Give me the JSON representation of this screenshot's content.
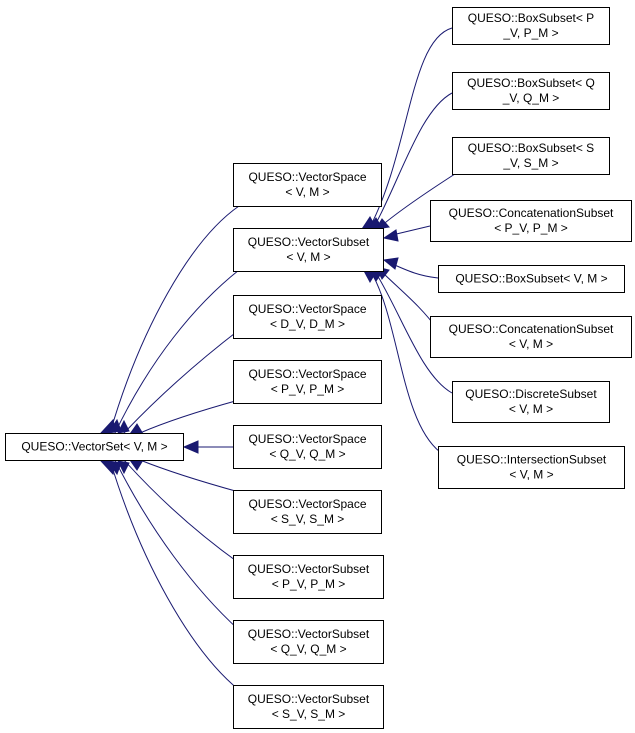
{
  "colors": {
    "edge": "#191970",
    "node_border": "#000000",
    "node_fill": "#ffffff"
  },
  "nodes": {
    "vectorset": {
      "lines": [
        "QUESO::VectorSet< V, M >"
      ]
    },
    "vs_v_m": {
      "lines": [
        "QUESO::VectorSpace",
        "< V, M >"
      ]
    },
    "vsub_v_m": {
      "lines": [
        "QUESO::VectorSubset",
        "< V, M >"
      ]
    },
    "vs_d": {
      "lines": [
        "QUESO::VectorSpace",
        "< D_V, D_M >"
      ]
    },
    "vs_p": {
      "lines": [
        "QUESO::VectorSpace",
        "< P_V, P_M >"
      ]
    },
    "vs_q": {
      "lines": [
        "QUESO::VectorSpace",
        "< Q_V, Q_M >"
      ]
    },
    "vs_s": {
      "lines": [
        "QUESO::VectorSpace",
        "< S_V, S_M >"
      ]
    },
    "vsub_p": {
      "lines": [
        "QUESO::VectorSubset",
        "< P_V, P_M >"
      ]
    },
    "vsub_q": {
      "lines": [
        "QUESO::VectorSubset",
        "< Q_V, Q_M >"
      ]
    },
    "vsub_s": {
      "lines": [
        "QUESO::VectorSubset",
        "< S_V, S_M >"
      ]
    },
    "box_p": {
      "lines": [
        "QUESO::BoxSubset< P",
        "_V, P_M >"
      ]
    },
    "box_q": {
      "lines": [
        "QUESO::BoxSubset< Q",
        "_V, Q_M >"
      ]
    },
    "box_s": {
      "lines": [
        "QUESO::BoxSubset< S",
        "_V, S_M >"
      ]
    },
    "concat_p": {
      "lines": [
        "QUESO::ConcatenationSubset",
        "< P_V, P_M >"
      ]
    },
    "box_v_m": {
      "lines": [
        "QUESO::BoxSubset< V, M >"
      ]
    },
    "concat_v_m": {
      "lines": [
        "QUESO::ConcatenationSubset",
        "< V, M >"
      ]
    },
    "discrete": {
      "lines": [
        "QUESO::DiscreteSubset",
        "< V, M >"
      ]
    },
    "intersection": {
      "lines": [
        "QUESO::IntersectionSubset",
        "< V, M >"
      ]
    }
  },
  "edges": [
    {
      "from": "vs_v_m",
      "to": "vectorset"
    },
    {
      "from": "vsub_v_m",
      "to": "vectorset"
    },
    {
      "from": "vs_d",
      "to": "vectorset"
    },
    {
      "from": "vs_p",
      "to": "vectorset"
    },
    {
      "from": "vs_q",
      "to": "vectorset"
    },
    {
      "from": "vs_s",
      "to": "vectorset"
    },
    {
      "from": "vsub_p",
      "to": "vectorset"
    },
    {
      "from": "vsub_q",
      "to": "vectorset"
    },
    {
      "from": "vsub_s",
      "to": "vectorset"
    },
    {
      "from": "box_p",
      "to": "vsub_v_m"
    },
    {
      "from": "box_q",
      "to": "vsub_v_m"
    },
    {
      "from": "box_s",
      "to": "vsub_v_m"
    },
    {
      "from": "concat_p",
      "to": "vsub_v_m"
    },
    {
      "from": "box_v_m",
      "to": "vsub_v_m"
    },
    {
      "from": "concat_v_m",
      "to": "vsub_v_m"
    },
    {
      "from": "discrete",
      "to": "vsub_v_m"
    },
    {
      "from": "intersection",
      "to": "vsub_v_m"
    }
  ]
}
